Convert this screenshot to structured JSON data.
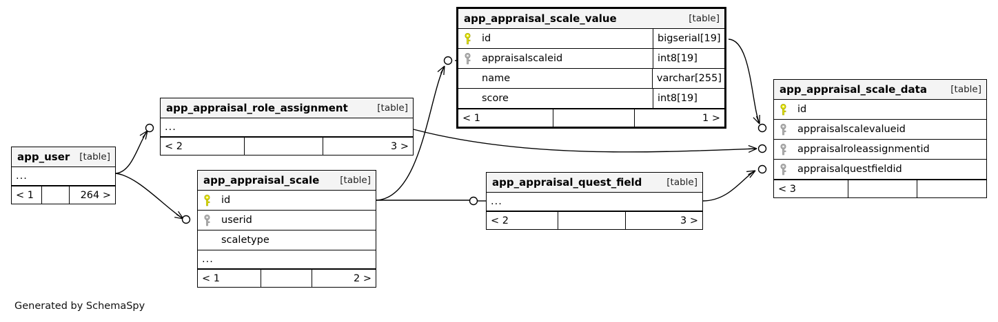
{
  "diagram": {
    "generator_caption": "Generated by SchemaSpy",
    "table_tag": "[table]",
    "ellipsis": "...",
    "colors": {
      "primary_key": "#e8e80c",
      "foreign_key": "#b3b3b3",
      "header_bg": "#f4f4f4",
      "border": "#000000",
      "background": "#ffffff"
    }
  },
  "tables": [
    {
      "id": "app_user",
      "name": "app_user",
      "tag": "[table]",
      "emphasis": false,
      "rows": [],
      "has_ellipsis": true,
      "ellipsis": "...",
      "footer": [
        "< 1",
        "",
        "264 >"
      ]
    },
    {
      "id": "app_appraisal_role_assignment",
      "name": "app_appraisal_role_assignment",
      "tag": "[table]",
      "emphasis": false,
      "rows": [],
      "has_ellipsis": true,
      "ellipsis": "...",
      "footer": [
        "< 2",
        "",
        "3 >"
      ]
    },
    {
      "id": "app_appraisal_scale",
      "name": "app_appraisal_scale",
      "tag": "[table]",
      "emphasis": false,
      "rows": [
        {
          "name": "id",
          "type": "",
          "key": "primary"
        },
        {
          "name": "userid",
          "type": "",
          "key": "foreign"
        },
        {
          "name": "scaletype",
          "type": "",
          "key": "none"
        }
      ],
      "has_ellipsis": true,
      "ellipsis": "...",
      "footer": [
        "< 1",
        "",
        "2 >"
      ]
    },
    {
      "id": "app_appraisal_scale_value",
      "name": "app_appraisal_scale_value",
      "tag": "[table]",
      "emphasis": true,
      "rows": [
        {
          "name": "id",
          "type": "bigserial[19]",
          "key": "primary"
        },
        {
          "name": "appraisalscaleid",
          "type": "int8[19]",
          "key": "foreign"
        },
        {
          "name": "name",
          "type": "varchar[255]",
          "key": "none"
        },
        {
          "name": "score",
          "type": "int8[19]",
          "key": "none"
        }
      ],
      "has_ellipsis": false,
      "ellipsis": "",
      "footer": [
        "< 1",
        "",
        "1 >"
      ]
    },
    {
      "id": "app_appraisal_quest_field",
      "name": "app_appraisal_quest_field",
      "tag": "[table]",
      "emphasis": false,
      "rows": [],
      "has_ellipsis": true,
      "ellipsis": "...",
      "footer": [
        "< 2",
        "",
        "3 >"
      ]
    },
    {
      "id": "app_appraisal_scale_data",
      "name": "app_appraisal_scale_data",
      "tag": "[table]",
      "emphasis": false,
      "rows": [
        {
          "name": "id",
          "type": "",
          "key": "primary"
        },
        {
          "name": "appraisalscalevalueid",
          "type": "",
          "key": "foreign"
        },
        {
          "name": "appraisalroleassignmentid",
          "type": "",
          "key": "foreign"
        },
        {
          "name": "appraisalquestfieldid",
          "type": "",
          "key": "foreign"
        }
      ],
      "has_ellipsis": false,
      "ellipsis": "",
      "footer": [
        "< 3",
        "",
        ""
      ]
    }
  ],
  "relationships": [
    {
      "from": "app_user",
      "to": "app_appraisal_role_assignment"
    },
    {
      "from": "app_user",
      "to": "app_appraisal_scale"
    },
    {
      "from": "app_appraisal_scale",
      "to": "app_appraisal_scale_value"
    },
    {
      "from": "app_appraisal_scale_value",
      "to": "app_appraisal_scale_data"
    },
    {
      "from": "app_appraisal_role_assignment",
      "to": "app_appraisal_scale_data"
    },
    {
      "from": "app_appraisal_quest_field",
      "to": "app_appraisal_scale_data"
    }
  ]
}
